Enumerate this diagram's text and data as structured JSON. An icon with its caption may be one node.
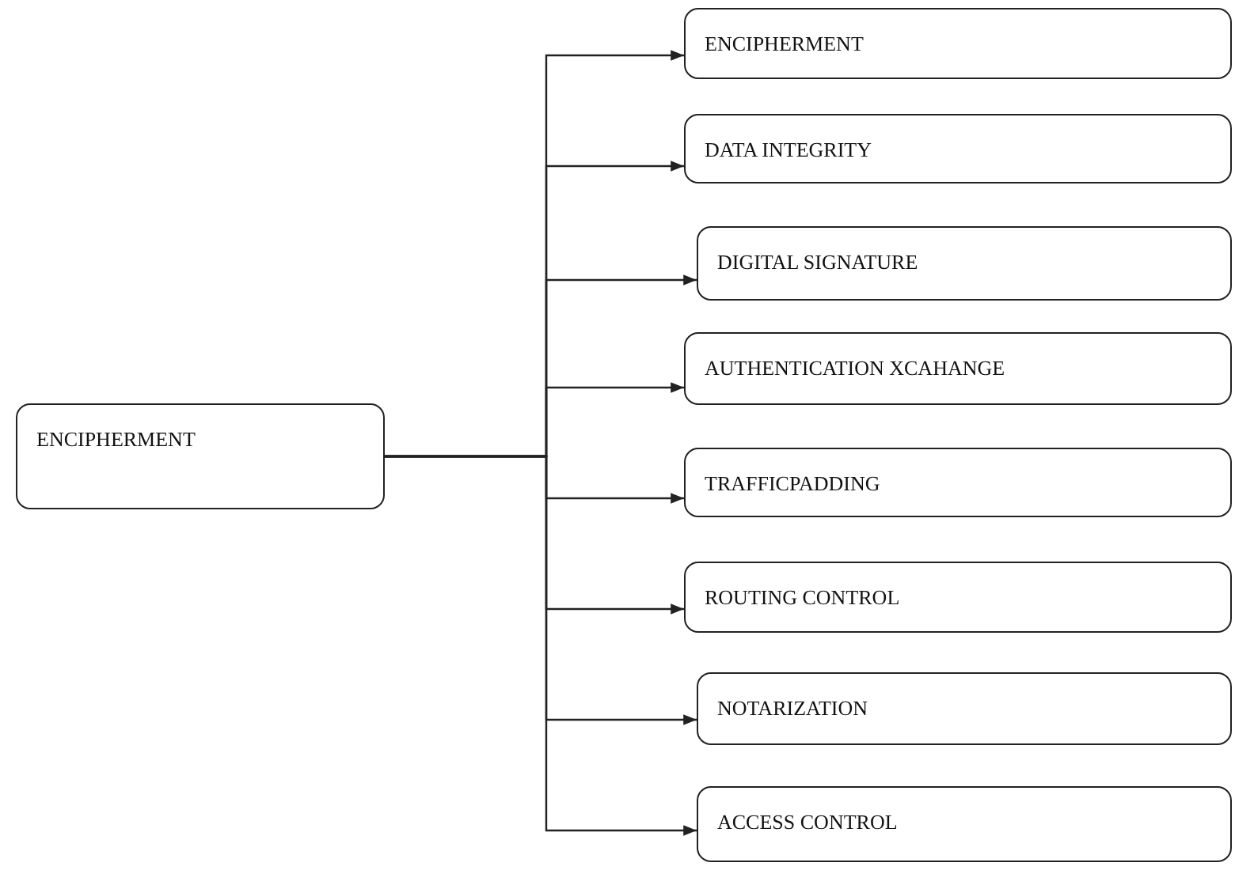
{
  "diagram": {
    "nodes": [
      {
        "text": [
          "ENCIPHERMENT"
        ]
      },
      {
        "text": [
          "ENCIPHERMENT"
        ]
      },
      {
        "text": [
          "DATA INTEGRITY"
        ]
      },
      {
        "text": [
          "DIGITAL SIGNATURE"
        ]
      },
      {
        "text": [
          "AUTHENTICATION XCAHANGE"
        ]
      },
      {
        "text": [
          "TRAFFICPADDING"
        ]
      },
      {
        "text": [
          "ROUTING CONTROL"
        ]
      },
      {
        "text": [
          "NOTARIZATION"
        ]
      },
      {
        "text": [
          "ACCESS CONTROL"
        ]
      }
    ],
    "edges": [
      {
        "from": 0,
        "to": 1,
        "arrow": "to"
      },
      {
        "from": 0,
        "to": 2,
        "arrow": "to"
      },
      {
        "from": 0,
        "to": 3,
        "arrow": "to"
      },
      {
        "from": 0,
        "to": 4,
        "arrow": "to"
      },
      {
        "from": 0,
        "to": 5,
        "arrow": "to"
      },
      {
        "from": 0,
        "to": 6,
        "arrow": "to"
      },
      {
        "from": 0,
        "to": 7,
        "arrow": "to"
      },
      {
        "from": 0,
        "to": 8,
        "arrow": "to"
      }
    ]
  }
}
